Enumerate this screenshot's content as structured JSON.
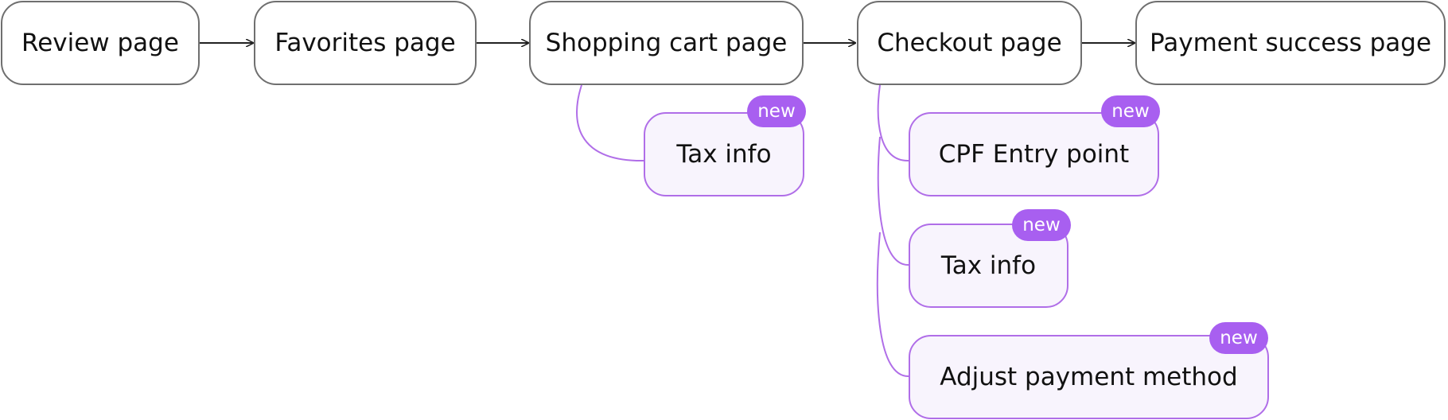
{
  "flow": {
    "steps": [
      {
        "id": "review",
        "label": "Review page"
      },
      {
        "id": "favorites",
        "label": "Favorites page"
      },
      {
        "id": "cart",
        "label": "Shopping cart page"
      },
      {
        "id": "checkout",
        "label": "Checkout page"
      },
      {
        "id": "success",
        "label": "Payment success page"
      }
    ],
    "additions": [
      {
        "id": "cart-tax",
        "parent": "cart",
        "label": "Tax info",
        "badge": "new"
      },
      {
        "id": "checkout-cpf",
        "parent": "checkout",
        "label": "CPF Entry point",
        "badge": "new"
      },
      {
        "id": "checkout-tax",
        "parent": "checkout",
        "label": "Tax info",
        "badge": "new"
      },
      {
        "id": "checkout-adjust",
        "parent": "checkout",
        "label": "Adjust payment method",
        "badge": "new"
      }
    ]
  },
  "colors": {
    "node_border": "#6f6f6f",
    "sub_border": "#b06ee8",
    "sub_fill": "#f8f4fd",
    "badge": "#a85ff0",
    "arrow": "#222222",
    "connector": "#b06ee8"
  }
}
